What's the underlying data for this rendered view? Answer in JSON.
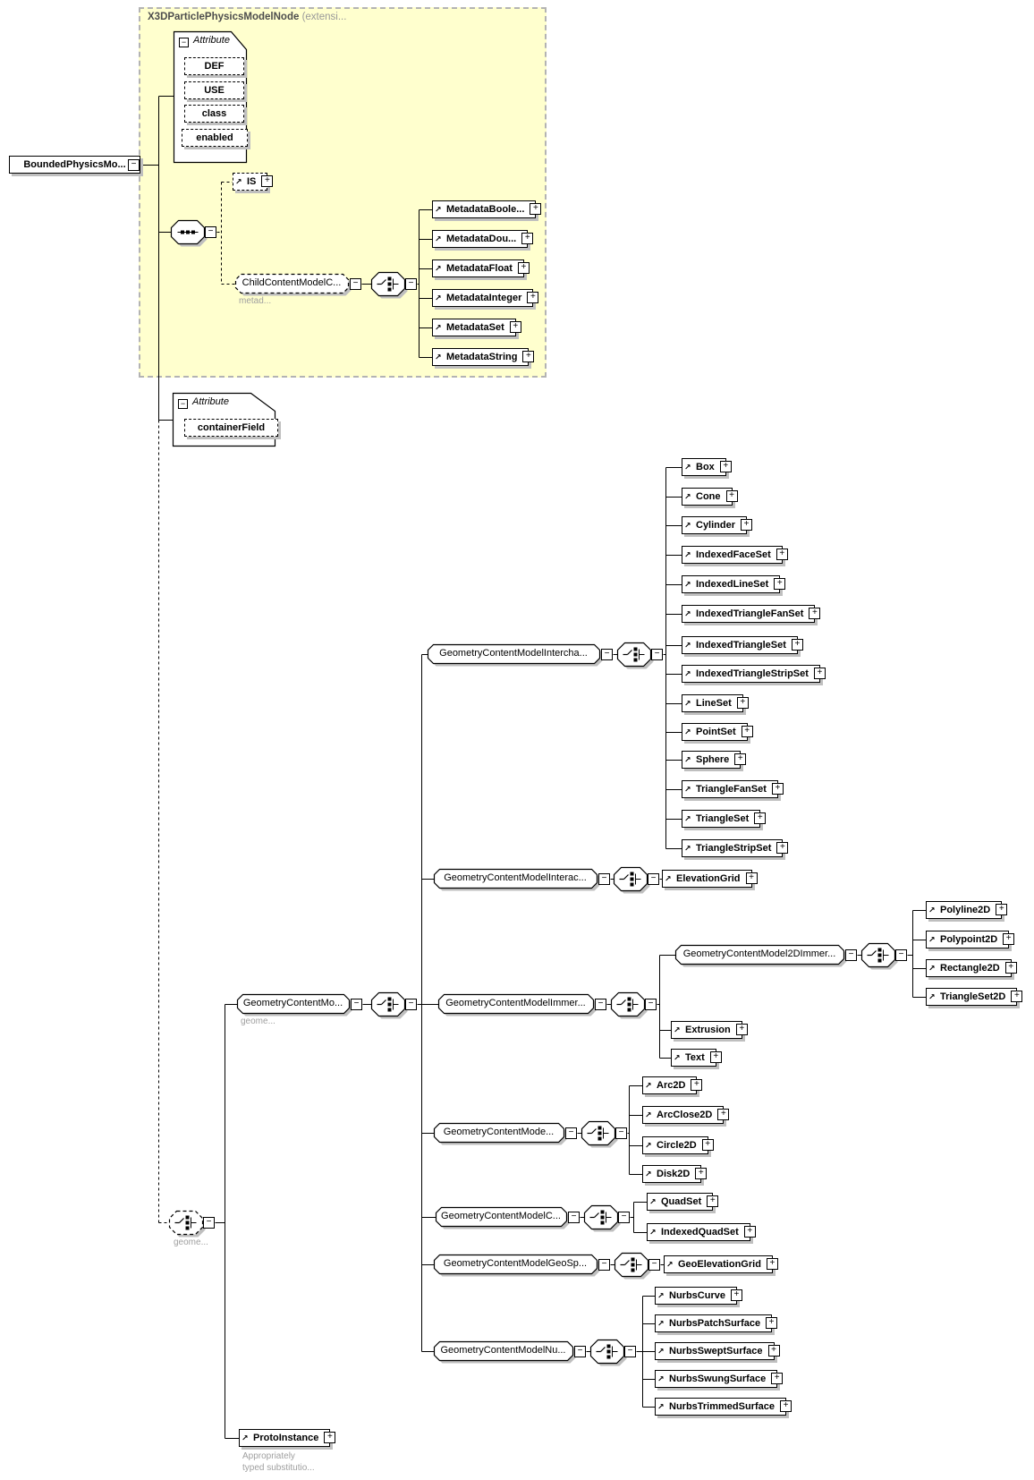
{
  "container": {
    "title": "X3DParticlePhysicsModelNode",
    "title_suffix": "(extensi..."
  },
  "glyphs": {
    "plus": "+",
    "minus": "−",
    "arrow": "↗"
  },
  "colors": {
    "container_bg": "#ffffce",
    "container_border": "#b3b3b3",
    "box_shadow": "#bfbfbf",
    "sublabel_text": "#9f9f9f",
    "title_text": "#4d4d4d",
    "title_suffix_text": "#999999"
  },
  "nodes": {
    "root": {
      "label": "BoundedPhysicsMo..."
    },
    "attr-header-1": {
      "label": "Attribute"
    },
    "attr-header-2": {
      "label": "Attribute"
    },
    "def": {
      "label": "DEF"
    },
    "use": {
      "label": "USE"
    },
    "class": {
      "label": "class"
    },
    "enabled": {
      "label": "enabled"
    },
    "is": {
      "label": "IS"
    },
    "child-content-model": {
      "label": "ChildContentModelC...",
      "sublabel": "metad..."
    },
    "metadata-boolean": {
      "label": "MetadataBoole..."
    },
    "metadata-double": {
      "label": "MetadataDou..."
    },
    "metadata-float": {
      "label": "MetadataFloat"
    },
    "metadata-integer": {
      "label": "MetadataInteger"
    },
    "metadata-set": {
      "label": "MetadataSet"
    },
    "metadata-string": {
      "label": "MetadataString"
    },
    "container-field": {
      "label": "containerField"
    },
    "geometry-choice": {
      "sublabel": "geome..."
    },
    "geometry-content-model": {
      "label": "GeometryContentMo...",
      "sublabel": "geome..."
    },
    "geometry-interchange": {
      "label": "GeometryContentModelIntercha..."
    },
    "box": {
      "label": "Box"
    },
    "cone": {
      "label": "Cone"
    },
    "cylinder": {
      "label": "Cylinder"
    },
    "indexed-face-set": {
      "label": "IndexedFaceSet"
    },
    "indexed-line-set": {
      "label": "IndexedLineSet"
    },
    "indexed-triangle-fan-set": {
      "label": "IndexedTriangleFanSet"
    },
    "indexed-triangle-set": {
      "label": "IndexedTriangleSet"
    },
    "indexed-triangle-strip-set": {
      "label": "IndexedTriangleStripSet"
    },
    "line-set": {
      "label": "LineSet"
    },
    "point-set": {
      "label": "PointSet"
    },
    "sphere": {
      "label": "Sphere"
    },
    "triangle-fan-set": {
      "label": "TriangleFanSet"
    },
    "triangle-set": {
      "label": "TriangleSet"
    },
    "triangle-strip-set": {
      "label": "TriangleStripSet"
    },
    "geometry-interactive": {
      "label": "GeometryContentModelInterac..."
    },
    "elevation-grid": {
      "label": "ElevationGrid"
    },
    "geometry-immersive": {
      "label": "GeometryContentModelImmer..."
    },
    "geometry-2d-immersive": {
      "label": "GeometryContentModel2DImmer..."
    },
    "polyline2d": {
      "label": "Polyline2D"
    },
    "polypoint2d": {
      "label": "Polypoint2D"
    },
    "rectangle2d": {
      "label": "Rectangle2D"
    },
    "triangle-set2d": {
      "label": "TriangleSet2D"
    },
    "extrusion": {
      "label": "Extrusion"
    },
    "text": {
      "label": "Text"
    },
    "geometry-2d-interchange": {
      "label": "GeometryContentMode..."
    },
    "arc2d": {
      "label": "Arc2D"
    },
    "arc-close2d": {
      "label": "ArcClose2D"
    },
    "circle2d": {
      "label": "Circle2D"
    },
    "disk2d": {
      "label": "Disk2D"
    },
    "geometry-cad": {
      "label": "GeometryContentModelC..."
    },
    "quad-set": {
      "label": "QuadSet"
    },
    "indexed-quad-set": {
      "label": "IndexedQuadSet"
    },
    "geometry-geospatial": {
      "label": "GeometryContentModelGeoSp..."
    },
    "geo-elevation-grid": {
      "label": "GeoElevationGrid"
    },
    "geometry-nurbs": {
      "label": "GeometryContentModelNu..."
    },
    "nurbs-curve": {
      "label": "NurbsCurve"
    },
    "nurbs-patch-surface": {
      "label": "NurbsPatchSurface"
    },
    "nurbs-swept-surface": {
      "label": "NurbsSweptSurface"
    },
    "nurbs-swung-surface": {
      "label": "NurbsSwungSurface"
    },
    "nurbs-trimmed-surface": {
      "label": "NurbsTrimmedSurface"
    },
    "proto-instance": {
      "label": "ProtoInstance",
      "sublabel": "Appropriately",
      "sublabel2": "typed substitutio..."
    }
  }
}
